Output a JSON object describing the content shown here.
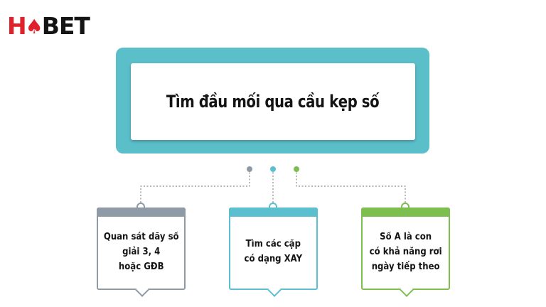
{
  "logo": {
    "letter_h": "H",
    "spade_glyph": "♠",
    "rest": "BET",
    "spade_icon": "spade-icon"
  },
  "main": {
    "title": "Tìm đầu mối qua cầu kẹp số"
  },
  "steps": [
    {
      "text": "Quan sát dãy số\ngiải 3, 4\nhoặc GĐB",
      "color": "#8e9aa6"
    },
    {
      "text": "Tìm các cặp\ncó dạng XAY",
      "color": "#5bbfd0"
    },
    {
      "text": "Số A là con\ncó khả năng rơi\nngày tiếp theo",
      "color": "#7dbf4e"
    }
  ],
  "colors": {
    "accent_frame": "#5bbfca",
    "brand_red": "#e0202a"
  }
}
